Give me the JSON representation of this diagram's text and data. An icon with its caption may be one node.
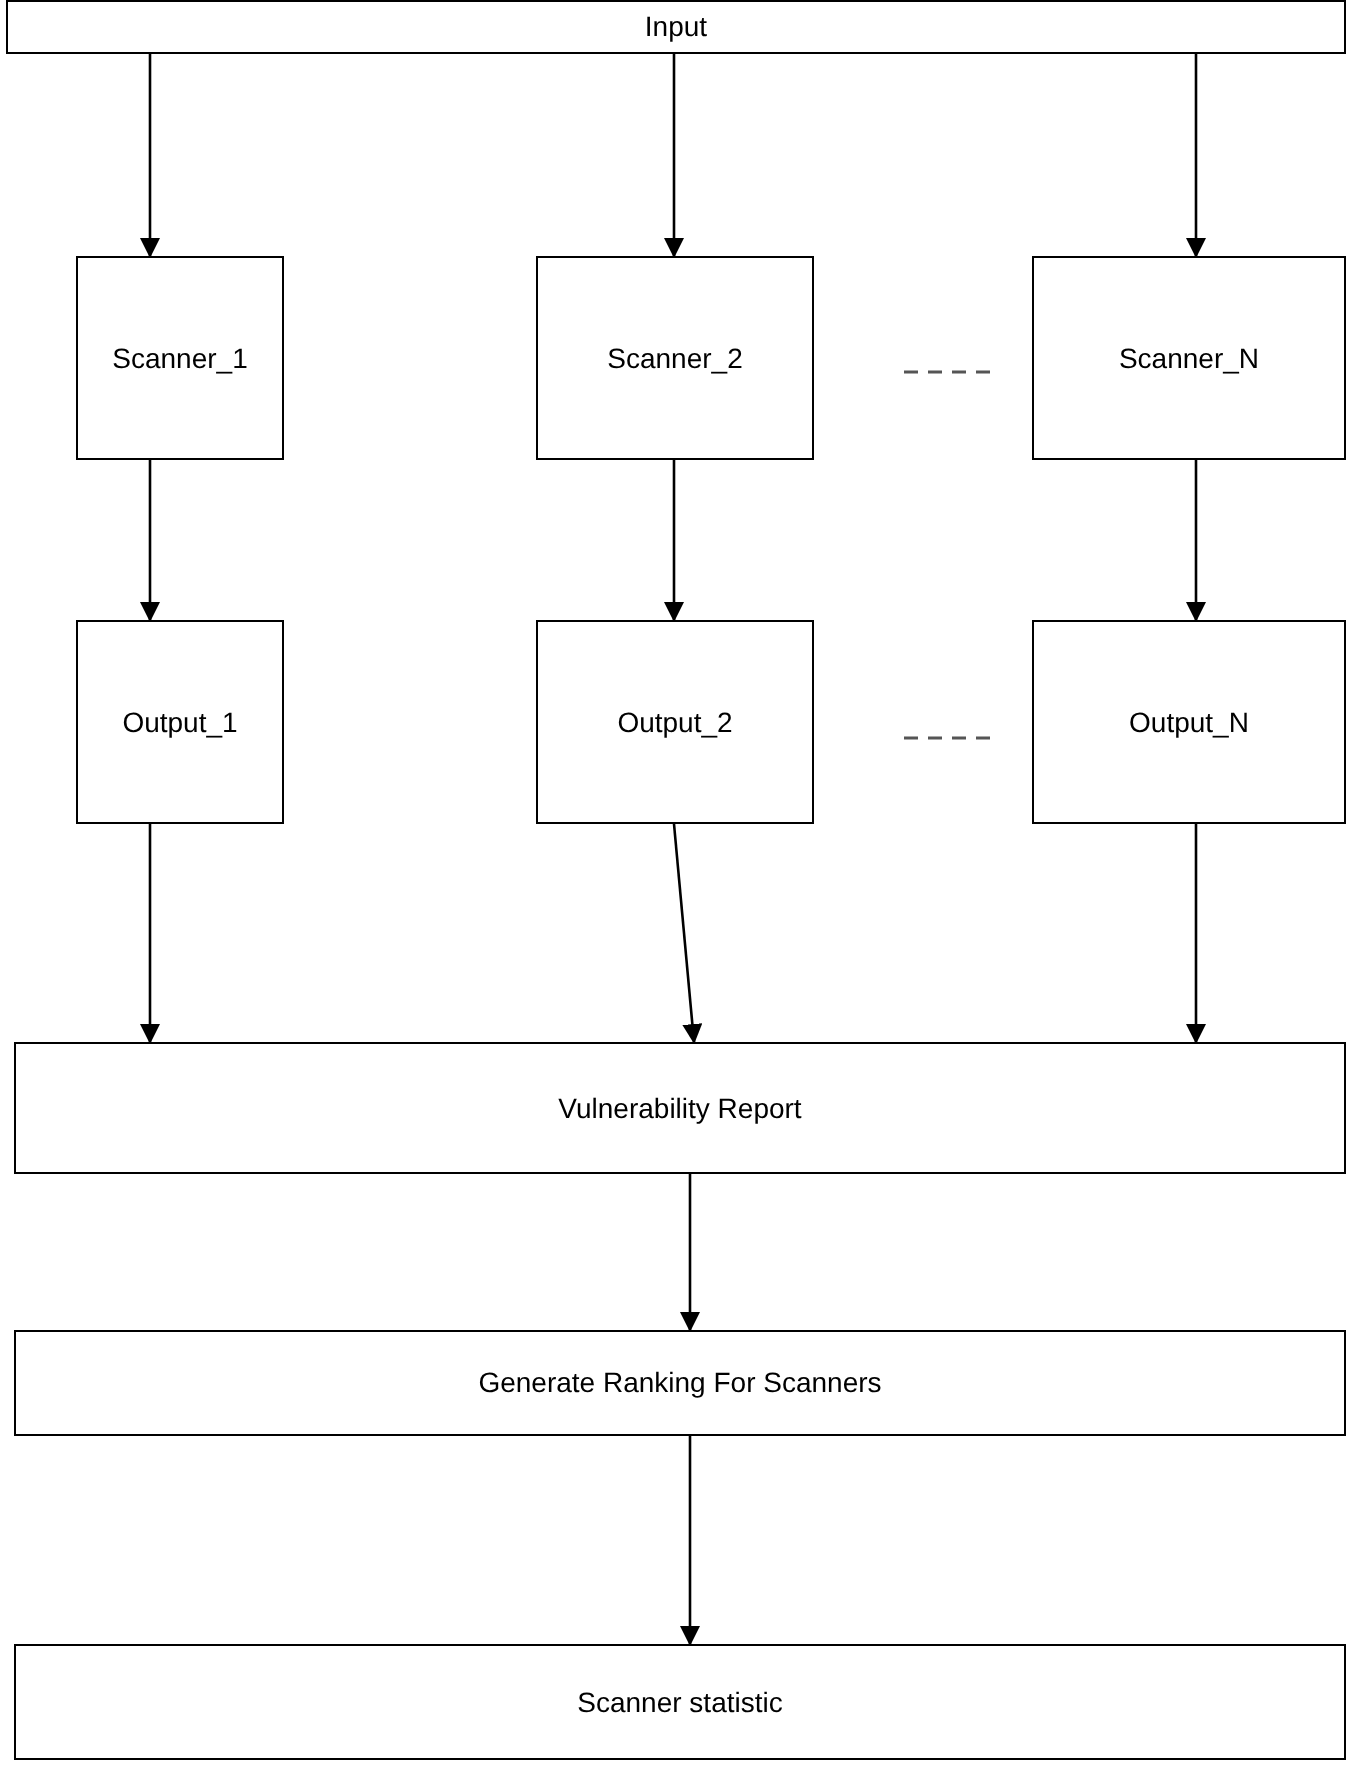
{
  "diagram": {
    "nodes": [
      {
        "text": [
          "Input"
        ]
      },
      {
        "text": [
          "Scanner_1"
        ]
      },
      {
        "text": [
          "Scanner_2"
        ]
      },
      {
        "text": [
          "Scanner_N"
        ]
      },
      {
        "text": [
          "Output_1"
        ]
      },
      {
        "text": [
          "Output_2"
        ]
      },
      {
        "text": [
          "Output_N"
        ]
      },
      {
        "text": [
          "Vulnerability Report"
        ]
      },
      {
        "text": [
          "Generate Ranking For Scanners"
        ]
      },
      {
        "text": [
          "Scanner statistic"
        ]
      }
    ],
    "edges": [
      {
        "from": 0,
        "to": 1,
        "arrow": "to"
      },
      {
        "from": 0,
        "to": 2,
        "arrow": "to"
      },
      {
        "from": 0,
        "to": 3,
        "arrow": "to"
      },
      {
        "from": 1,
        "to": 4,
        "arrow": "to"
      },
      {
        "from": 2,
        "to": 5,
        "arrow": "to"
      },
      {
        "from": 3,
        "to": 6,
        "arrow": "to"
      },
      {
        "from": 4,
        "to": 7,
        "arrow": "to"
      },
      {
        "from": 5,
        "to": 7,
        "arrow": "to"
      },
      {
        "from": 6,
        "to": 7,
        "arrow": "to"
      },
      {
        "from": 7,
        "to": 8,
        "arrow": "to"
      },
      {
        "from": 8,
        "to": 9,
        "arrow": "to"
      }
    ]
  }
}
